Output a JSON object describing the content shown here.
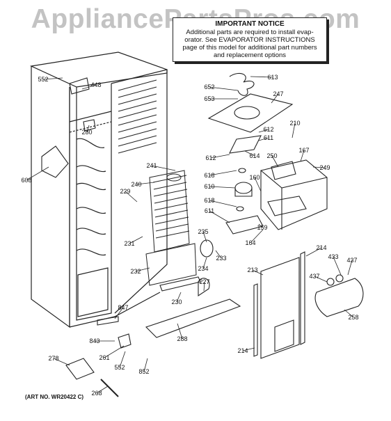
{
  "watermark": "AppliancePartsPros.com",
  "notice": {
    "title": "IMPORTANT NOTICE",
    "lines": [
      "Additional parts are required to install evap-",
      "orator. See EVAPORATOR INSTRUCTIONS",
      "page of this model for additional part numbers",
      "and replacement options"
    ]
  },
  "art_number": "(ART NO. WR20422 C)",
  "part_labels": [
    "552",
    "448",
    "280",
    "608",
    "241",
    "240",
    "229",
    "231",
    "232",
    "235",
    "234",
    "233",
    "230",
    "227",
    "847",
    "843",
    "261",
    "552",
    "288",
    "852",
    "278",
    "268",
    "613",
    "652",
    "653",
    "247",
    "612",
    "611",
    "612",
    "614",
    "210",
    "250",
    "167",
    "249",
    "618",
    "610",
    "618",
    "611",
    "160",
    "159",
    "164",
    "214",
    "213",
    "433",
    "437",
    "437",
    "258",
    "214"
  ]
}
